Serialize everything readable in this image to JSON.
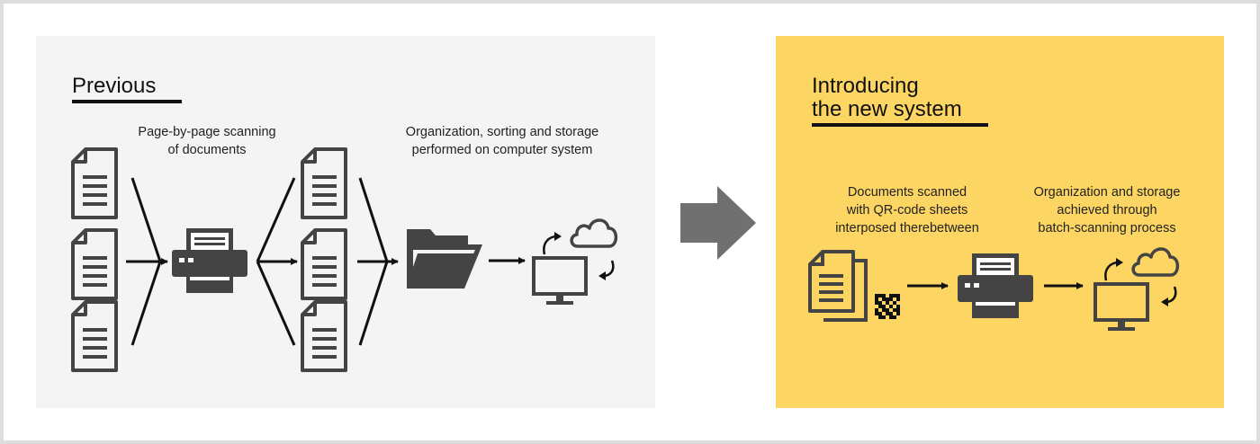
{
  "previous": {
    "title": "Previous",
    "caption_scan": "Page-by-page scanning\nof documents",
    "caption_org": "Organization, sorting and storage\nperformed on computer system"
  },
  "new_system": {
    "title_line1": "Introducing",
    "title_line2": "the new system",
    "caption_scan": "Documents scanned\nwith QR-code sheets\ninterposed therebetween",
    "caption_org": "Organization and storage\nachieved through\nbatch-scanning process"
  },
  "colors": {
    "previous_panel": "#f4f4f4",
    "new_panel": "#fdd563",
    "icon": "#444444",
    "transition_arrow": "#707070"
  },
  "icons": [
    "document-icon",
    "printer-icon",
    "folder-icon",
    "monitor-icon",
    "cloud-icon",
    "sync-arrow-icon",
    "qr-code-icon",
    "stacked-documents-icon",
    "transition-arrow-icon"
  ]
}
